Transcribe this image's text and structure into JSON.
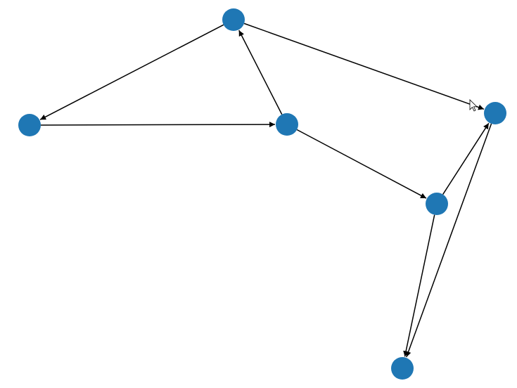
{
  "graph": {
    "directed": true,
    "node_color": "#1f77b4",
    "edge_color": "#000000",
    "nodes": [
      "n0",
      "n1",
      "n2",
      "n3",
      "n4",
      "n5"
    ],
    "edges": [
      [
        "n0",
        "n1"
      ],
      [
        "n1",
        "n2"
      ],
      [
        "n2",
        "n0"
      ],
      [
        "n0",
        "n3"
      ],
      [
        "n2",
        "n4"
      ],
      [
        "n4",
        "n3"
      ],
      [
        "n4",
        "n5"
      ],
      [
        "n3",
        "n5"
      ]
    ]
  },
  "cursor": {
    "icon": "arrow-cursor-icon"
  }
}
